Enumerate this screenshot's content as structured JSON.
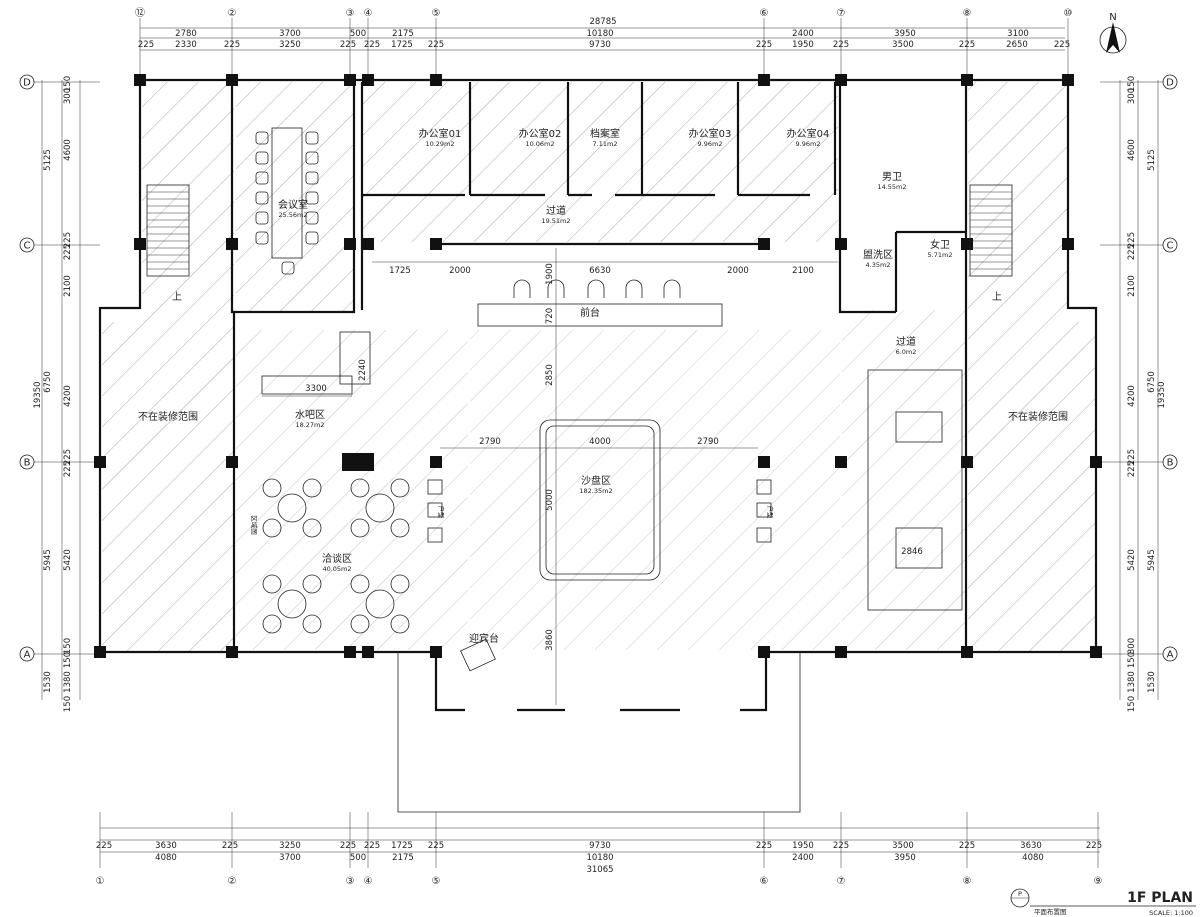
{
  "north": {
    "label": "N"
  },
  "title": {
    "main": "1F PLAN",
    "sub": "平面布置图",
    "scale": "SCALE: 1:100",
    "symbol": "P"
  },
  "axes": {
    "top": [
      "⑫",
      "②",
      "③",
      "④",
      "⑤",
      "⑥",
      "⑦",
      "⑧",
      "⑩"
    ],
    "bottom": [
      "①",
      "②",
      "③",
      "④",
      "⑤",
      "⑥",
      "⑦",
      "⑧",
      "⑨"
    ],
    "left": [
      "D",
      "C",
      "B",
      "A"
    ],
    "right": [
      "D",
      "C",
      "B",
      "A"
    ]
  },
  "dims_top": {
    "total": "28785",
    "row2": [
      "2780",
      "3700",
      "500",
      "2175",
      "10180",
      "2400",
      "3950",
      "3100"
    ],
    "row3": [
      "225",
      "2330",
      "225",
      "3250",
      "225",
      "225",
      "1725",
      "225",
      "9730",
      "225",
      "1950",
      "225",
      "3500",
      "225",
      "2650",
      "225"
    ]
  },
  "dims_bottom": {
    "row1": [
      "225",
      "3630",
      "225",
      "3250",
      "225",
      "225",
      "1725",
      "225",
      "9730",
      "225",
      "1950",
      "225",
      "3500",
      "225",
      "3630",
      "225"
    ],
    "row2": [
      "4080",
      "3700",
      "500",
      "2175",
      "10180",
      "2400",
      "3950",
      "4080"
    ],
    "total": "31065"
  },
  "dims_left": {
    "outer": [
      "5125",
      "6750",
      "5945"
    ],
    "mid": [
      "4600",
      "2100",
      "4200",
      "5420",
      "1380"
    ],
    "small": [
      "150",
      "300",
      "225",
      "225",
      "225",
      "225",
      "150",
      "150",
      "150",
      "1530"
    ],
    "total": "19350"
  },
  "dims_right": {
    "outer": [
      "5125",
      "6750",
      "5945"
    ],
    "mid": [
      "4600",
      "2100",
      "4200",
      "5420",
      "1380"
    ],
    "small": [
      "150",
      "300",
      "225",
      "225",
      "225",
      "225",
      "300",
      "150",
      "150",
      "1530"
    ],
    "total": "19350"
  },
  "rooms": [
    {
      "name": "会议室",
      "area": "25.56m2"
    },
    {
      "name": "办公室01",
      "area": "10.29m2"
    },
    {
      "name": "办公室02",
      "area": "10.06m2"
    },
    {
      "name": "档案室",
      "area": "7.11m2"
    },
    {
      "name": "办公室03",
      "area": "9.96m2"
    },
    {
      "name": "办公室04",
      "area": "9.96m2"
    },
    {
      "name": "男卫",
      "area": "14.55m2"
    },
    {
      "name": "过道",
      "area": "19.51m2"
    },
    {
      "name": "女卫",
      "area": "5.71m2"
    },
    {
      "name": "盥洗区",
      "area": "4.35m2"
    },
    {
      "name": "过道",
      "area": "6.0m2"
    },
    {
      "name": "前台",
      "area": ""
    },
    {
      "name": "水吧区",
      "area": "18.27m2"
    },
    {
      "name": "沙盘区",
      "area": "182.35m2"
    },
    {
      "name": "洽谈区",
      "area": "40.05m2"
    },
    {
      "name": "迎宾台",
      "area": ""
    },
    {
      "name": "区域图",
      "area": ""
    },
    {
      "name": "不在装修范围",
      "area": ""
    },
    {
      "name": "不在装修范围",
      "area": ""
    }
  ],
  "stair_labels": [
    "上",
    "上"
  ],
  "inner_dims": {
    "corridor": [
      "1725",
      "2000",
      "6630",
      "2000",
      "2100"
    ],
    "vertical": [
      "1900",
      "720",
      "2850",
      "5000",
      "3860"
    ],
    "sand": [
      "2790",
      "4000",
      "2790"
    ],
    "bar": [
      "3300",
      "2240"
    ],
    "lounge": "2846"
  },
  "pillars": [
    "户型",
    "户型"
  ]
}
